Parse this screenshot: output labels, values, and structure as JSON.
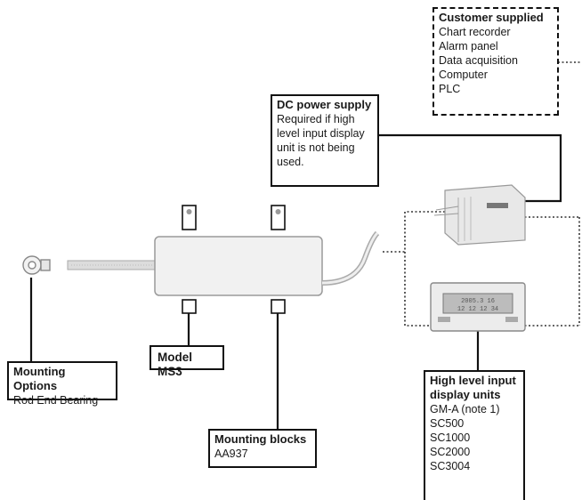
{
  "customer_supplied": {
    "title": "Customer supplied",
    "items": [
      "Chart recorder",
      "Alarm panel",
      "Data acquisition",
      "Computer",
      "PLC"
    ]
  },
  "dc_power": {
    "title": "DC power supply",
    "lines": [
      "Required if high",
      "level input display",
      "unit is not being",
      "used."
    ]
  },
  "mounting_options": {
    "title": "Mounting Options",
    "subtitle": "Rod End Bearing"
  },
  "model": {
    "label": "Model MS3"
  },
  "mounting_blocks": {
    "title": "Mounting blocks",
    "subtitle": "AA937"
  },
  "display_units": {
    "title_line1": "High level input",
    "title_line2": "display units",
    "items": [
      "GM-A (note 1)",
      "SC500",
      "SC1000",
      "SC2000",
      "SC3004"
    ]
  },
  "display_screen": {
    "line1": "2005.3 16",
    "line2": "12 12 12 34"
  },
  "colors": {
    "line": "#111111",
    "device_fill": "#ececec",
    "device_stroke": "#9a9a9a"
  }
}
